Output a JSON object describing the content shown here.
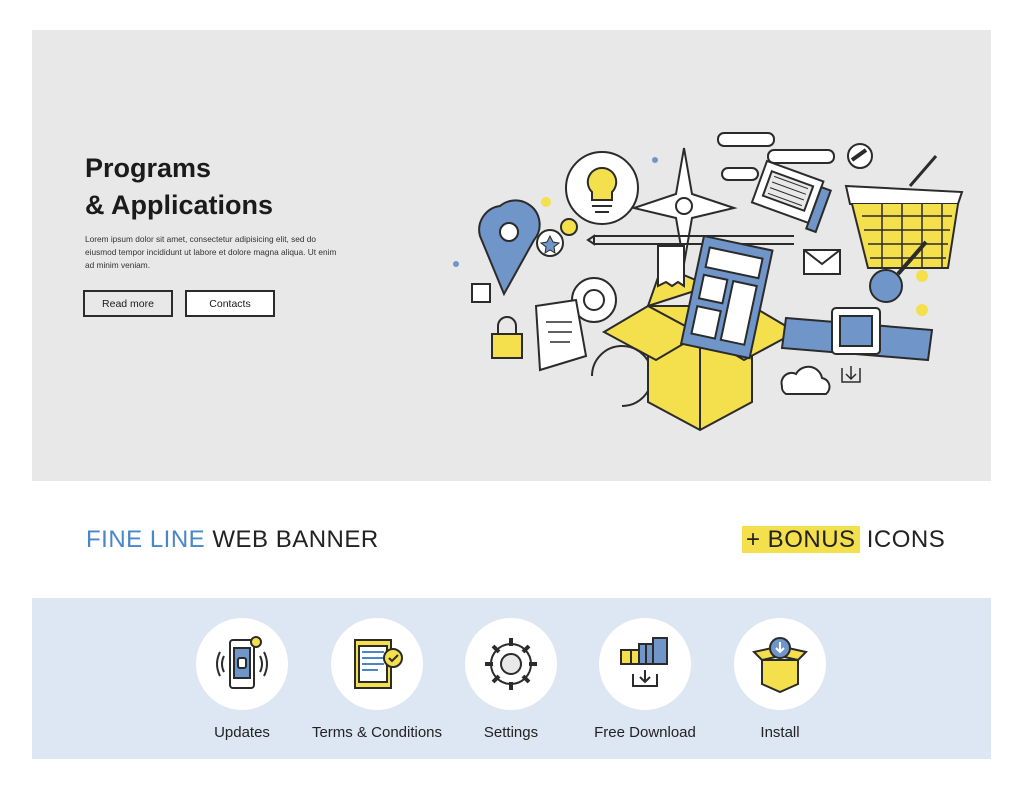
{
  "hero": {
    "title_line1": "Programs",
    "title_line2": "& Applications",
    "body": "Lorem ipsum dolor sit amet, consectetur adipisicing elit, sed do eiusmod tempor incididunt ut labore et dolore magna aliqua. Ut enim ad minim veniam.",
    "buttons": {
      "read_more": "Read more",
      "contacts": "Contacts"
    }
  },
  "tagline": {
    "left_highlight": "FINE LINE",
    "left_rest": "WEB BANNER",
    "right_prefix": "+ BONUS",
    "right_rest": "ICONS"
  },
  "features": [
    {
      "label": "Updates",
      "icon": "smartphone-icon"
    },
    {
      "label": "Terms & Conditions",
      "icon": "document-check-icon"
    },
    {
      "label": "Settings",
      "icon": "gear-icon"
    },
    {
      "label": "Free Download",
      "icon": "gifts-download-icon"
    },
    {
      "label": "Install",
      "icon": "box-install-icon"
    }
  ],
  "colors": {
    "accent_blue": "#4a86c8",
    "accent_yellow": "#f4e04d",
    "hero_bg": "#e8e8e8",
    "strip_bg": "#dde6f3"
  }
}
